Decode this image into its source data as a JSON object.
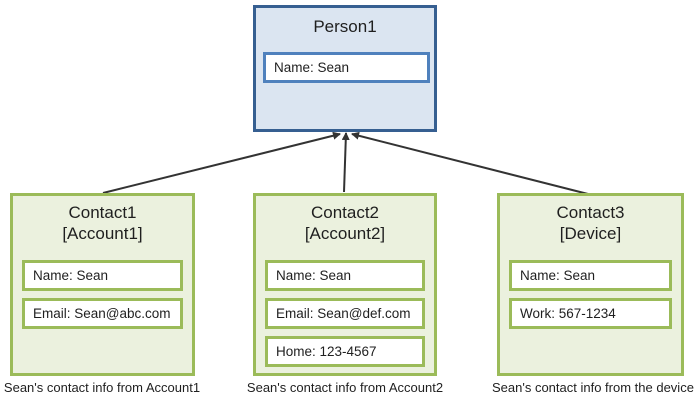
{
  "person": {
    "title": "Person1",
    "fields": [
      "Name: Sean"
    ]
  },
  "contacts": [
    {
      "title": "Contact1",
      "subtitle": "[Account1]",
      "fields": [
        "Name: Sean",
        "Email: Sean@abc.com"
      ],
      "caption": "Sean's contact info from Account1"
    },
    {
      "title": "Contact2",
      "subtitle": "[Account2]",
      "fields": [
        "Name: Sean",
        "Email: Sean@def.com",
        "Home: 123-4567"
      ],
      "caption": "Sean's contact info from Account2"
    },
    {
      "title": "Contact3",
      "subtitle": "[Device]",
      "fields": [
        "Name: Sean",
        "Work: 567-1234"
      ],
      "caption": "Sean's contact info from the device"
    }
  ],
  "colors": {
    "person_border": "#365f91",
    "person_fill": "#dbe5f1",
    "person_field_border": "#4f81bd",
    "contact_border": "#9bbb59",
    "contact_fill": "#ebf1de",
    "field_fill": "#ffffff",
    "arrow": "#333333",
    "text": "#1f1f1f"
  }
}
